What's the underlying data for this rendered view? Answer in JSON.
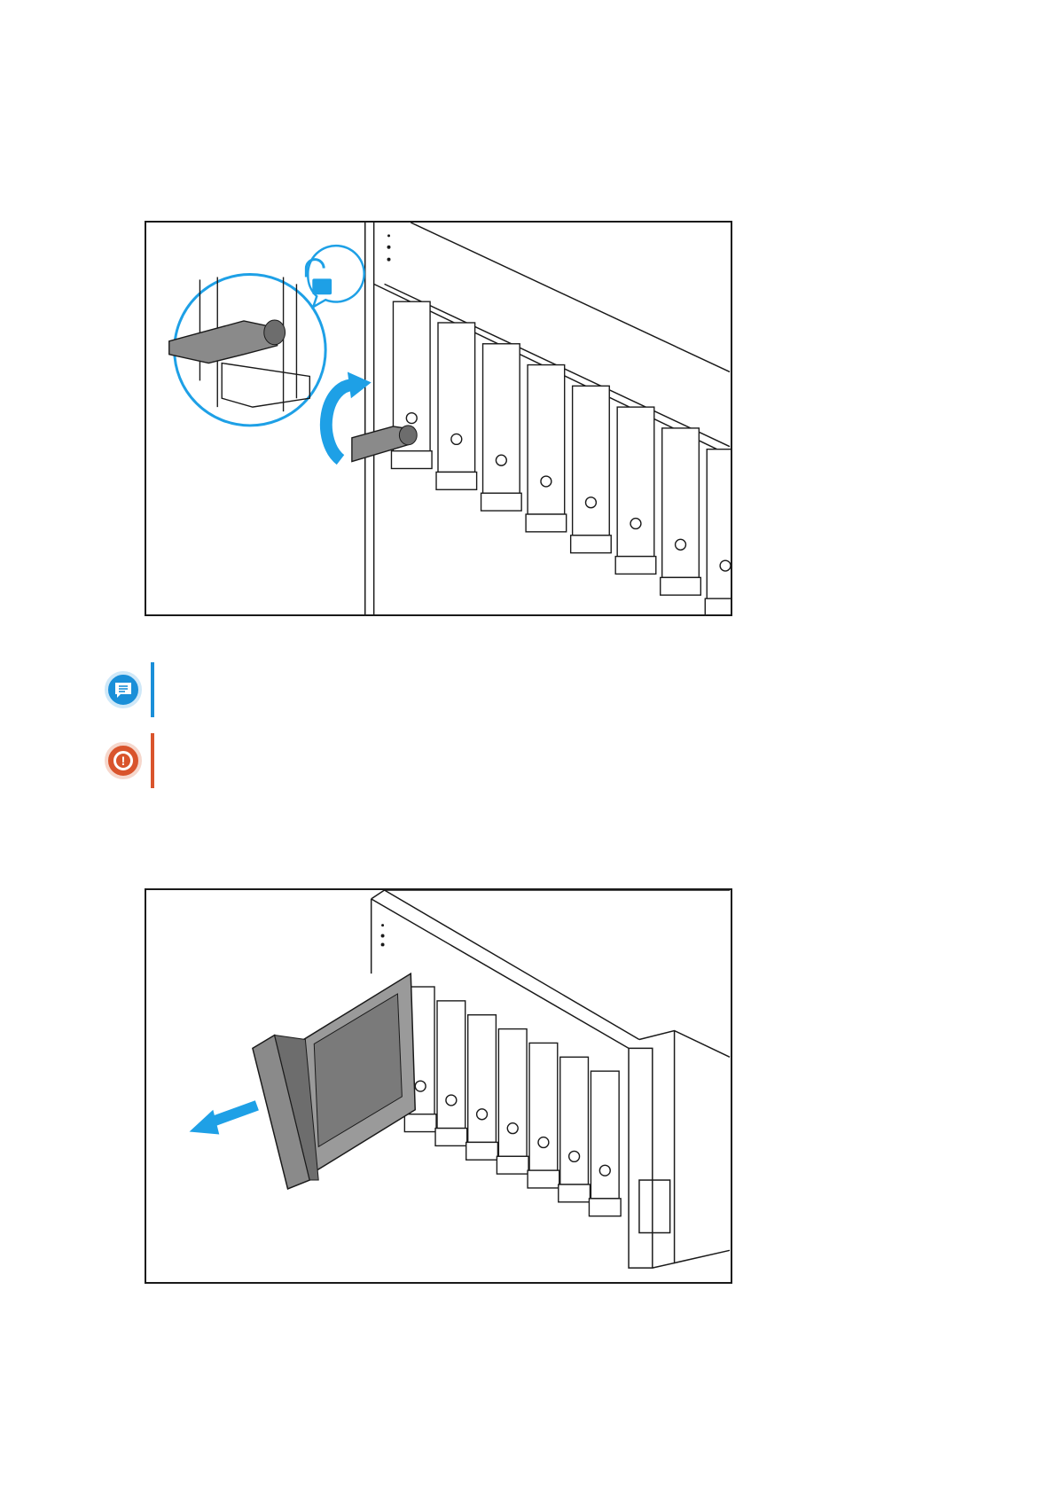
{
  "colors": {
    "note_accent": "#1a8fd8",
    "warning_accent": "#d9542c",
    "arrow_blue": "#1ea0e6",
    "line": "#1a1a1a"
  },
  "figures": [
    {
      "name": "unlock-tray-illustration",
      "icons": [
        "key-icon",
        "unlock-icon",
        "rotate-arrow-icon"
      ]
    },
    {
      "name": "remove-tray-illustration",
      "icons": [
        "drive-tray-icon",
        "pull-arrow-icon"
      ]
    }
  ],
  "callouts": [
    {
      "type": "note",
      "icon": "note-icon"
    },
    {
      "type": "warning",
      "icon": "warning-icon"
    }
  ]
}
